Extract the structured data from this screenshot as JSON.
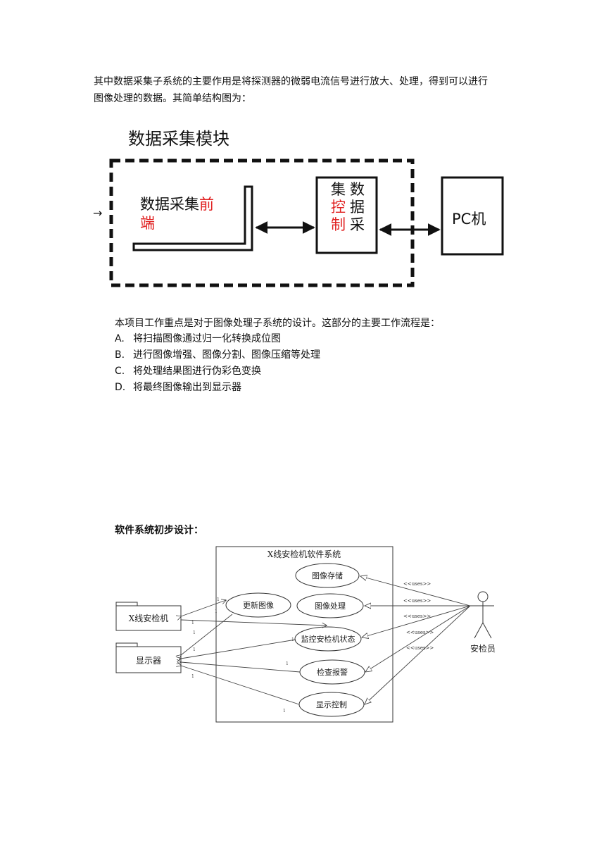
{
  "paragraphs": {
    "intro_line1": "其中数据采集子系统的主要作用是将探测器的微弱电流信号进行放大、处理，得到可以进行",
    "intro_line2": "图像处理的数据。其简单结构图为：",
    "focus": "本项目工作重点是对于图像处理子系统的设计。这部分的主要工作流程是："
  },
  "steps": [
    {
      "letter": "A.",
      "text": "将扫描图像通过归一化转换成位图"
    },
    {
      "letter": "B.",
      "text": "进行图像增强、图像分割、图像压缩等处理"
    },
    {
      "letter": "C.",
      "text": "将处理结果图进行伪彩色变换"
    },
    {
      "letter": "D.",
      "text": "将最终图像输出到显示器"
    }
  ],
  "block_diagram": {
    "module_title": "数据采集模块",
    "frontend_black": "数据采集",
    "frontend_red_1": "前",
    "frontend_red_2": "端",
    "ctrl_col1": [
      "集",
      "控",
      "制"
    ],
    "ctrl_col2": [
      "数",
      "据",
      "采"
    ],
    "pc_label": "PC机",
    "input_arrow": "→",
    "accent_red": "#e02020"
  },
  "section_heading": "软件系统初步设计：",
  "usecase_diagram": {
    "system_title": "X线安检机软件系统",
    "actor": "安检员",
    "actors_left": [
      "X线安检机",
      "显示器"
    ],
    "usecases": [
      "图像存储",
      "图像处理",
      "更新图像",
      "监控安检机状态",
      "检查报警",
      "显示控制"
    ],
    "stereotype": "<<uses>>",
    "multiplicity": "1"
  }
}
